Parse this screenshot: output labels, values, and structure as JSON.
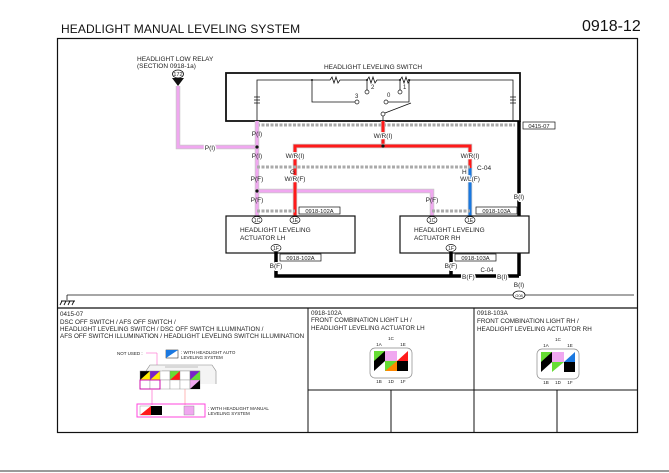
{
  "header": {
    "title": "HEADLIGHT MANUAL LEVELING SYSTEM",
    "page_number": "0918-12"
  },
  "diagram": {
    "relay_label_line1": "HEADLIGHT LOW RELAY",
    "relay_label_line2": "(SECTION 0918-1a)",
    "relay_terminal": "172",
    "switch_title": "HEADLIGHT LEVELING SWITCH",
    "switch_positions": [
      "3",
      "2",
      "1",
      "0"
    ],
    "switch_connector": "0415-07",
    "wires": {
      "p_i": "P(I)",
      "p_f": "P(F)",
      "wr_i": "W/R(I)",
      "wr_f": "W/R(F)",
      "wl_f": "W/L(F)",
      "b_i": "B(I)",
      "b_f": "B(F)"
    },
    "joint_g": "G",
    "joint_h": "H",
    "joint_connector": "C-04",
    "actuator_lh": {
      "label_line1": "HEADLIGHT LEVELING",
      "label_line2": "ACTUATOR LH",
      "connector": "0918-102A",
      "pins": [
        "1C",
        "1E",
        "1F"
      ]
    },
    "actuator_rh": {
      "label_line1": "HEADLIGHT LEVELING",
      "label_line2": "ACTUATOR RH",
      "connector": "0918-103A",
      "pins": [
        "1C",
        "1E",
        "1F"
      ]
    },
    "ground_terminal": "G08"
  },
  "connectors": [
    {
      "id": "0415-07",
      "lines": [
        "DSC OFF SWITCH / AFS OFF SWITCH /",
        "HEADLIGHT LEVELING SWITCH / DSC OFF SWITCH ILLUMINATION /",
        "AFS OFF SWITCH ILLUMINATION / HEADLIGHT LEVELING SWITCH ILLUMINATION"
      ],
      "notes": {
        "not_used": "NOT USED :",
        "auto_line1": ": WITH HEADLIGHT AUTO",
        "auto_line2": "LEVELING SYSTEM",
        "manual_line1": ": WITH HEADLIGHT MANUAL",
        "manual_line2": "LEVELING SYSTEM"
      }
    },
    {
      "id": "0918-102A",
      "lines": [
        "FRONT COMBINATION LIGHT LH /",
        "HEADLIGHT LEVELING ACTUATOR LH"
      ],
      "pin_labels": {
        "top": "1C",
        "tl": "1A",
        "tr": "1E",
        "bl": "1B",
        "bm": "1D",
        "br": "1F"
      }
    },
    {
      "id": "0918-103A",
      "lines": [
        "FRONT COMBINATION LIGHT RH /",
        "HEADLIGHT LEVELING ACTUATOR RH"
      ],
      "pin_labels": {
        "top": "1C",
        "tl": "1A",
        "tr": "1E",
        "bl": "1B",
        "bm": "1D",
        "br": "1F"
      }
    }
  ],
  "colors": {
    "pink_wire": "#f0a8f0",
    "red_wire": "#ff1a1a",
    "blue_wire": "#1a78e0",
    "black_wire": "#000000",
    "harness_gray": "#c8c8c8"
  }
}
